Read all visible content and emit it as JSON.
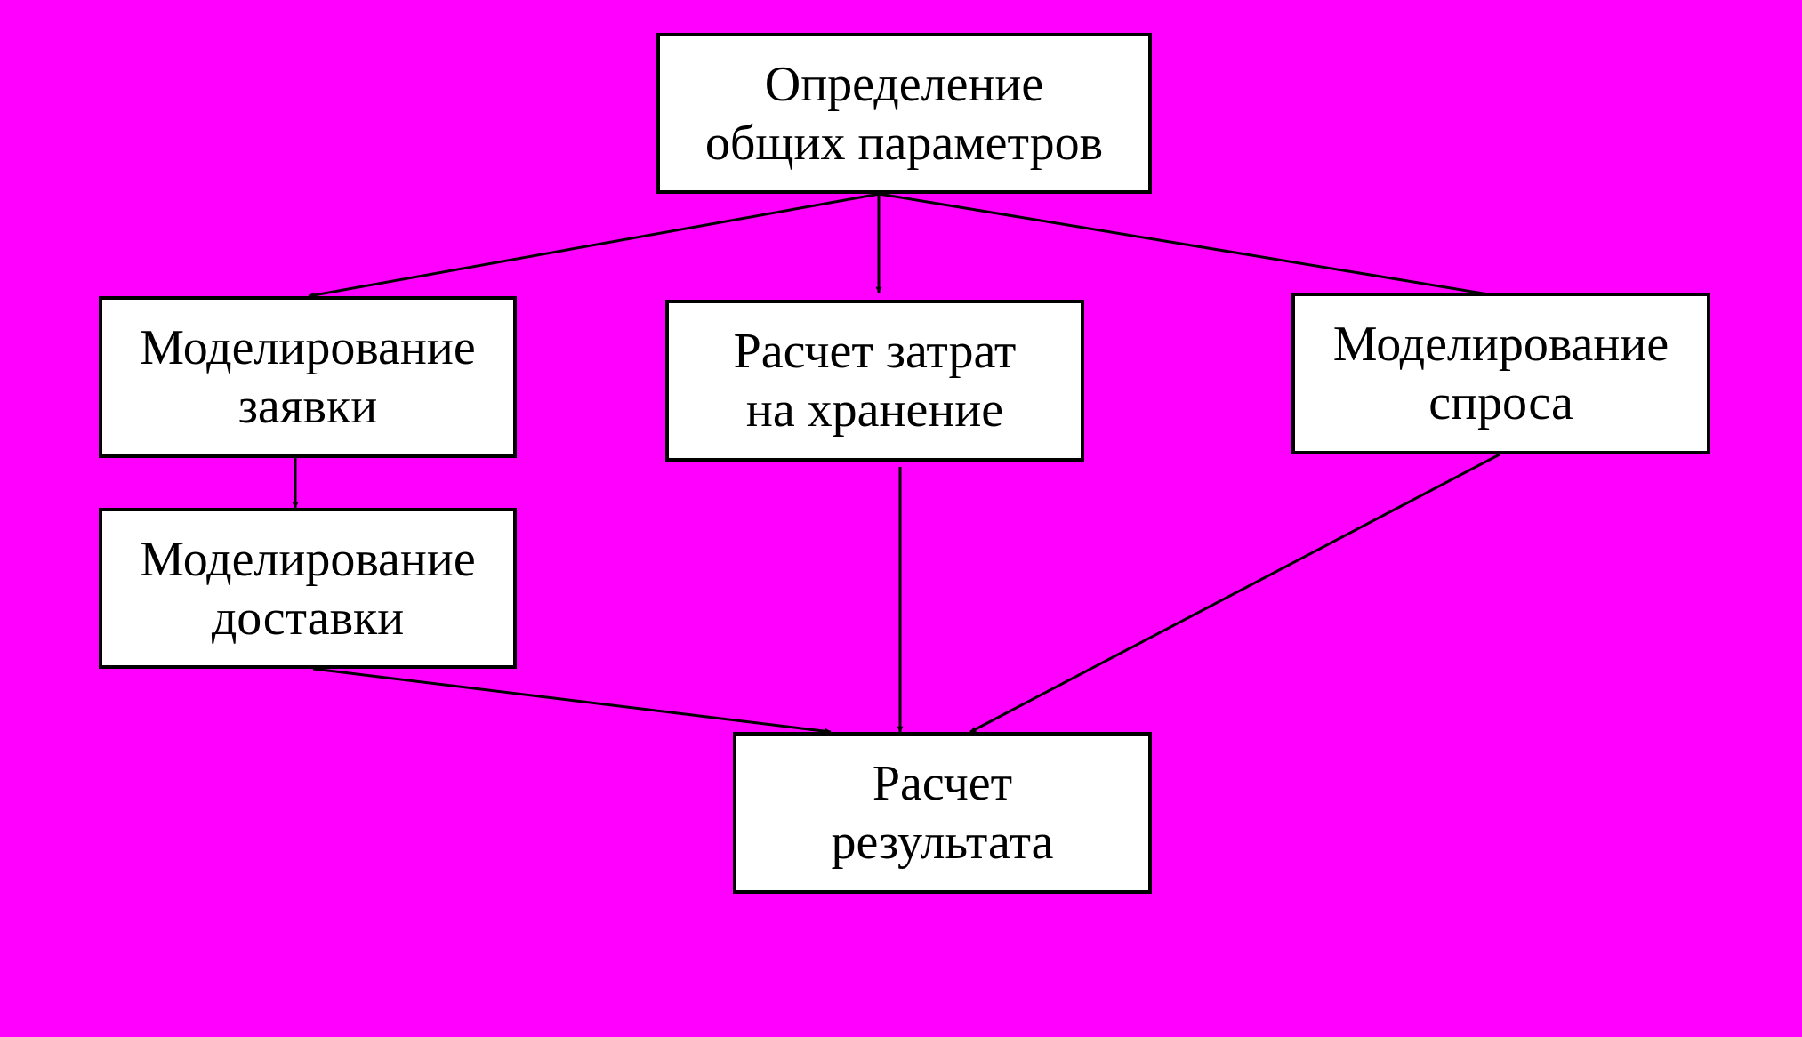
{
  "diagram": {
    "background_color": "#ff00ff",
    "box_fill": "#ffffff",
    "line_color": "#000000",
    "nodes": {
      "params": {
        "line1": "Определение",
        "line2": "общих параметров"
      },
      "order": {
        "line1": "Моделирование",
        "line2": "заявки"
      },
      "storage": {
        "line1": "Расчет затрат",
        "line2": "на хранение"
      },
      "demand": {
        "line1": "Моделирование",
        "line2": "спроса"
      },
      "delivery": {
        "line1": "Моделирование",
        "line2": "доставки"
      },
      "result": {
        "line1": "Расчет",
        "line2": "результата"
      }
    },
    "edges": [
      {
        "from": "params",
        "to": "order"
      },
      {
        "from": "params",
        "to": "storage"
      },
      {
        "from": "params",
        "to": "demand"
      },
      {
        "from": "order",
        "to": "delivery"
      },
      {
        "from": "delivery",
        "to": "result"
      },
      {
        "from": "storage",
        "to": "result"
      },
      {
        "from": "demand",
        "to": "result"
      }
    ]
  }
}
